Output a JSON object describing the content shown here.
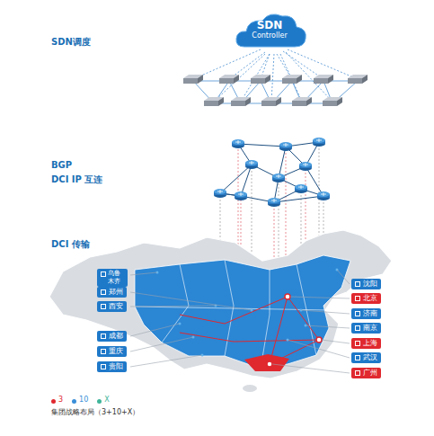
{
  "diagram": {
    "caption": "集团战略布局（3+10+X）",
    "nodes": [
      {
        "text": [
          "SDN",
          "Controller"
        ]
      },
      {
        "text": [
          "乌鲁木齐"
        ]
      },
      {
        "text": [
          "郑州"
        ]
      },
      {
        "text": [
          "西安"
        ]
      },
      {
        "text": [
          "成都"
        ]
      },
      {
        "text": [
          "重庆"
        ]
      },
      {
        "text": [
          "贵阳"
        ]
      },
      {
        "text": [
          "沈阳"
        ]
      },
      {
        "text": [
          "北京"
        ]
      },
      {
        "text": [
          "济南"
        ]
      },
      {
        "text": [
          "南京"
        ]
      },
      {
        "text": [
          "上海"
        ]
      },
      {
        "text": [
          "武汉"
        ]
      },
      {
        "text": [
          "广州"
        ]
      }
    ],
    "labels": [
      "SDN调度",
      "BGP",
      "DCI IP 互连",
      "DCI 传输"
    ],
    "legend": [
      {
        "text": "3",
        "color": "#e0282f"
      },
      {
        "text": "10",
        "color": "#3a8fd8"
      },
      {
        "text": "X",
        "color": "#3fb59a"
      }
    ]
  }
}
